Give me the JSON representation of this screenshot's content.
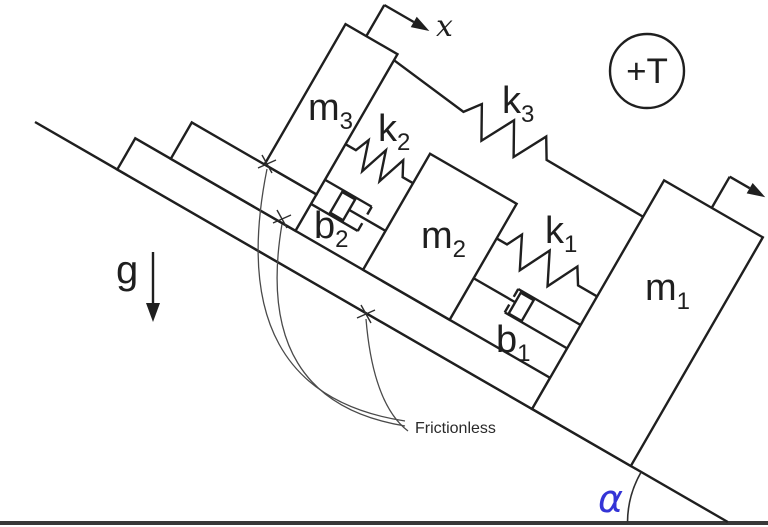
{
  "labels": {
    "m1": {
      "base": "m",
      "sub": "1"
    },
    "m2": {
      "base": "m",
      "sub": "2"
    },
    "m3": {
      "base": "m",
      "sub": "3"
    },
    "k1": {
      "base": "k",
      "sub": "1"
    },
    "k2": {
      "base": "k",
      "sub": "2"
    },
    "k3": {
      "base": "k",
      "sub": "3"
    },
    "b1": {
      "base": "b",
      "sub": "1"
    },
    "b2": {
      "base": "b",
      "sub": "2"
    },
    "gravity": "g",
    "coordinate": "x",
    "torque_direction": "+T",
    "frictionless": "Frictionless",
    "incline_angle": "α"
  },
  "colors": {
    "ink": "#1f1f1f",
    "angle_blue": "#3434d6",
    "leader": "#4a4a4a",
    "ground": "#383838",
    "background": "#ffffff"
  }
}
